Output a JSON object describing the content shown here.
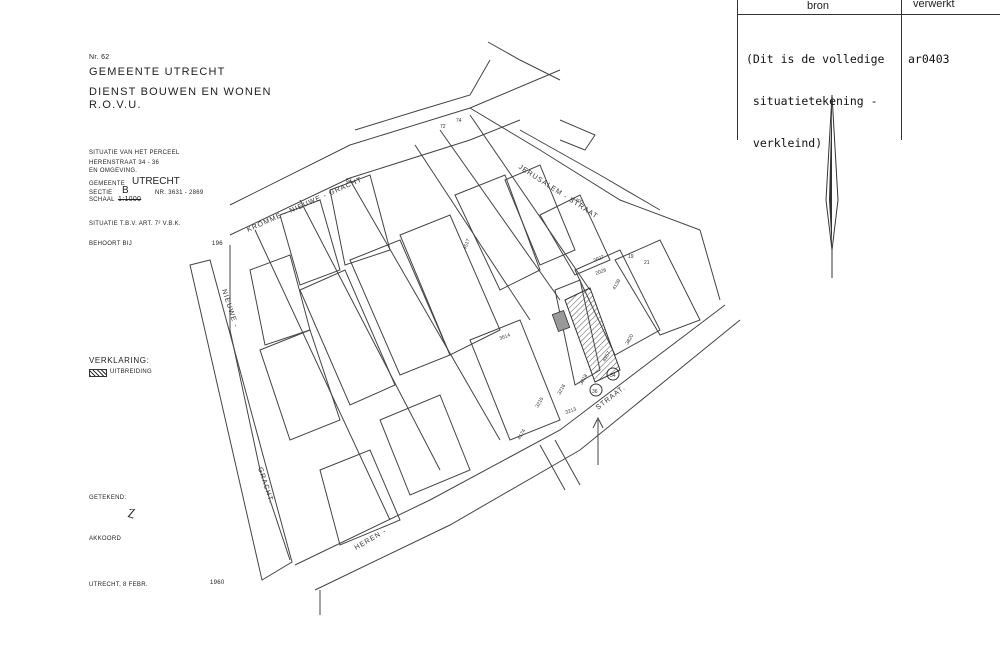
{
  "table": {
    "col_bron": "bron",
    "col_verwerkt": "verwerkt",
    "bron_lines": [
      "(Dit is de volledige",
      " situatietekening -",
      " verkleind)"
    ],
    "verwerkt_value": "ar0403"
  },
  "header": {
    "number": "Nr. 62",
    "gemeente": "GEMEENTE  UTRECHT",
    "dienst": "DIENST BOUWEN EN WONEN",
    "rovu": "R.O.V.U."
  },
  "info": {
    "situatie": "SITUATIE   VAN HET   PERCEEL",
    "adres": "HERENSTRAAT  34 - 36",
    "omgeving": "EN OMGEVING.",
    "gemeente_label": "GEMEENTE",
    "gemeente_value": "UTRECHT",
    "sectie_label": "SECTIE",
    "sectie_value": "B",
    "nr_value": "NR. 3631 - 2869",
    "schaal_label": "SCHAAL",
    "schaal_value": "1:1000",
    "artikel": "SITUATIE T.B.V. ART. 7² V.B.K.",
    "behoort_label": "BEHOORT BIJ",
    "behoort_value": "196"
  },
  "legend": {
    "title": "VERKLARING:",
    "item": "UITBREIDING"
  },
  "footer": {
    "getekend": "GETEKEND:",
    "akkoord": "AKKOORD",
    "plaats_datum": "UTRECHT,  8 FEBR.",
    "jaar": "1960"
  },
  "streets": {
    "kromme_nieuwe_gracht": "KROMME  -  NIEUWE  -  GRACHT",
    "nieuwe_gracht_top": "NIEUWE -",
    "nieuwe_gracht_bottom": "GRACHT.",
    "jerusalem_straat": "JERUSALEM  -  STRAAT",
    "heren": "HEREN -",
    "straat": "STRAAT."
  },
  "parcels": [
    "4517",
    "3614",
    "3216",
    "3215",
    "3213",
    "4174",
    "4400",
    "2027",
    "2028",
    "3018",
    "4557",
    "3820",
    "4139"
  ],
  "house_numbers": [
    "34",
    "36",
    "72",
    "74",
    "82",
    "19",
    "21"
  ]
}
